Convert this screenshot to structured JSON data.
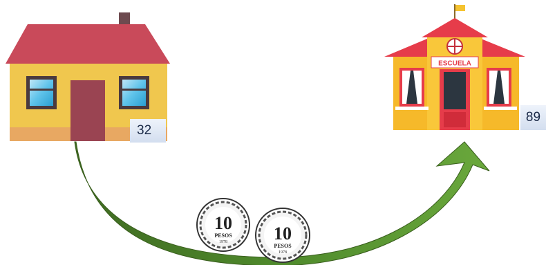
{
  "house": {
    "number": "32"
  },
  "school": {
    "sign": "ESCUELA",
    "number": "89"
  },
  "coins": [
    {
      "value": "10",
      "currency": "PESOS",
      "year": "1978"
    },
    {
      "value": "10",
      "currency": "PESOS",
      "year": "1978"
    }
  ],
  "colors": {
    "roof": "#c94a5a",
    "house_wall": "#f0c74e",
    "house_base": "#e8a862",
    "door": "#9a4452",
    "school_wall": "#f6b92a",
    "school_accent": "#e63c4a",
    "arrow_green": "#5f9a36"
  }
}
